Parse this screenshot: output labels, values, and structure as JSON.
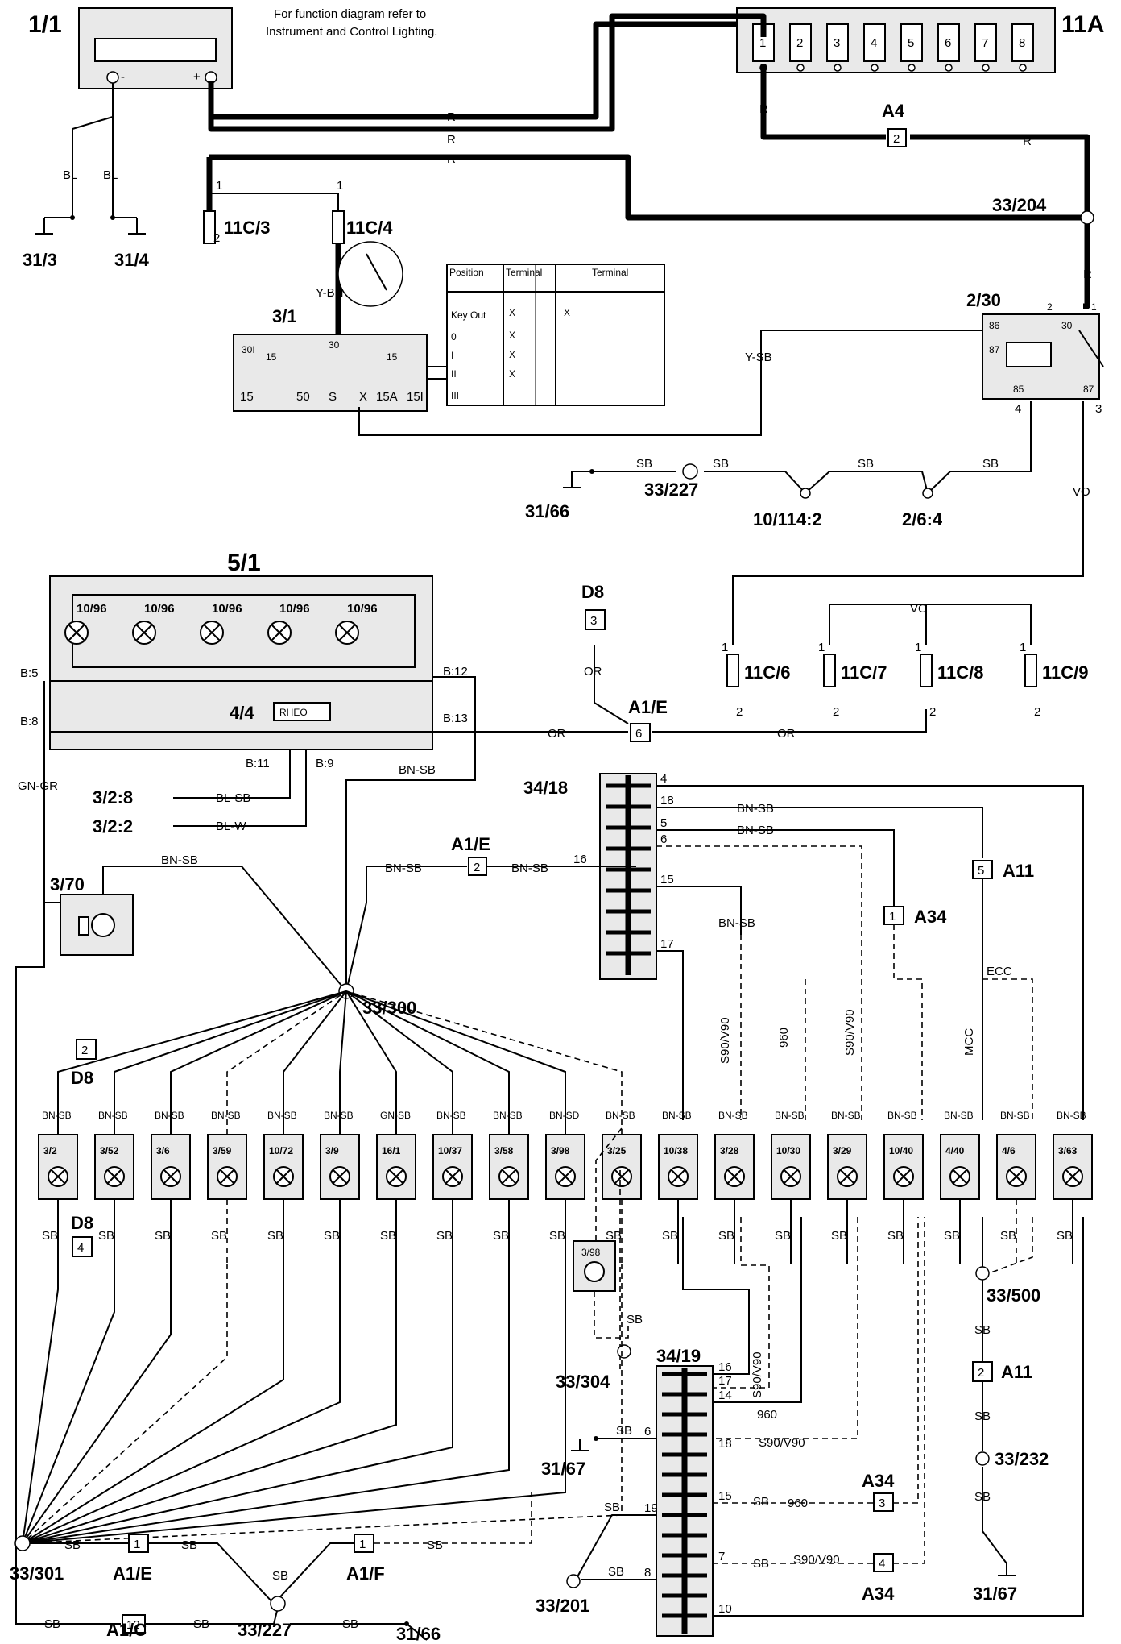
{
  "note": "For function diagram refer to Instrument and Control Lighting.",
  "components": {
    "battery": "1/1",
    "fusebox": "11A",
    "fusebox_fuses": [
      "1",
      "2",
      "3",
      "4",
      "5",
      "6",
      "7",
      "8"
    ],
    "fuse_11c3": "11C/3",
    "fuse_11c4": "11C/4",
    "ignition": "3/1",
    "relay": "2/30",
    "instrument": "5/1",
    "rheostat_ref": "4/4",
    "rheostat": "RHEO",
    "lamp_block": "3/70",
    "fuses_lower": [
      "11C/6",
      "11C/7",
      "11C/8",
      "11C/9"
    ],
    "conn_34_18": "34/18",
    "conn_34_19": "34/19"
  },
  "grounds": [
    "31/3",
    "31/4",
    "31/66",
    "31/67"
  ],
  "splices": [
    "33/204",
    "33/227",
    "33/300",
    "33/301",
    "33/304",
    "33/500",
    "33/232",
    "33/201"
  ],
  "instrument_lamps": [
    "10/96",
    "10/96",
    "10/96",
    "10/96",
    "10/96"
  ],
  "lamps": [
    "3/2",
    "3/52",
    "3/6",
    "3/59",
    "10/72",
    "3/9",
    "16/1",
    "10/37",
    "3/58",
    "3/98",
    "3/25",
    "10/38",
    "3/28",
    "10/30",
    "3/29",
    "10/40",
    "4/40",
    "4/6",
    "3/63"
  ],
  "extra_lamp": "3/98",
  "connectors": [
    "A4",
    "A1/E",
    "A1/F",
    "A1/C",
    "A11",
    "A34",
    "D8"
  ],
  "connector_pins": {
    "A4": "2",
    "A1E_top": "6",
    "A1E_mid": "2",
    "A1E_bot": "1",
    "A1F": "1",
    "A1C": "12",
    "A11_top": "5",
    "A11_bot": "2",
    "A34_top": "1",
    "A34_b1": "3",
    "A34_b2": "4",
    "D8_top": "3",
    "D8_mid": "2",
    "D8_bot": "4"
  },
  "refs": [
    "3/2:8",
    "3/2:2",
    "10/114:2",
    "2/6:4"
  ],
  "wire_colors": [
    "R",
    "BL",
    "Y-BN",
    "Y-SB",
    "SB",
    "VO",
    "OR",
    "BL-SB",
    "BL-W",
    "GN-GR",
    "BN-SB",
    "GN-SB",
    "ECC",
    "MCC",
    "S90/V90",
    "960"
  ],
  "ignition_table": {
    "head": [
      "Position",
      "Terminal",
      "Terminal"
    ],
    "cols": [
      "30I",
      "15",
      "30",
      "X",
      "15A",
      "15I",
      "S",
      "50"
    ],
    "rows": [
      "Key Out",
      "0",
      "I",
      "II",
      "III"
    ]
  },
  "pins_34_18": [
    "4",
    "18",
    "5",
    "6",
    "16",
    "15",
    "17"
  ],
  "pins_34_19": [
    "16",
    "17",
    "14",
    "6",
    "18",
    "15",
    "19",
    "7",
    "8",
    "10"
  ],
  "variants_34_19": [
    "S90/V90",
    "960",
    "S90/V90",
    "960",
    "S90/V90"
  ],
  "instrument_pins": [
    "B:5",
    "B:8",
    "B:12",
    "B:13",
    "B:11",
    "B:9"
  ]
}
